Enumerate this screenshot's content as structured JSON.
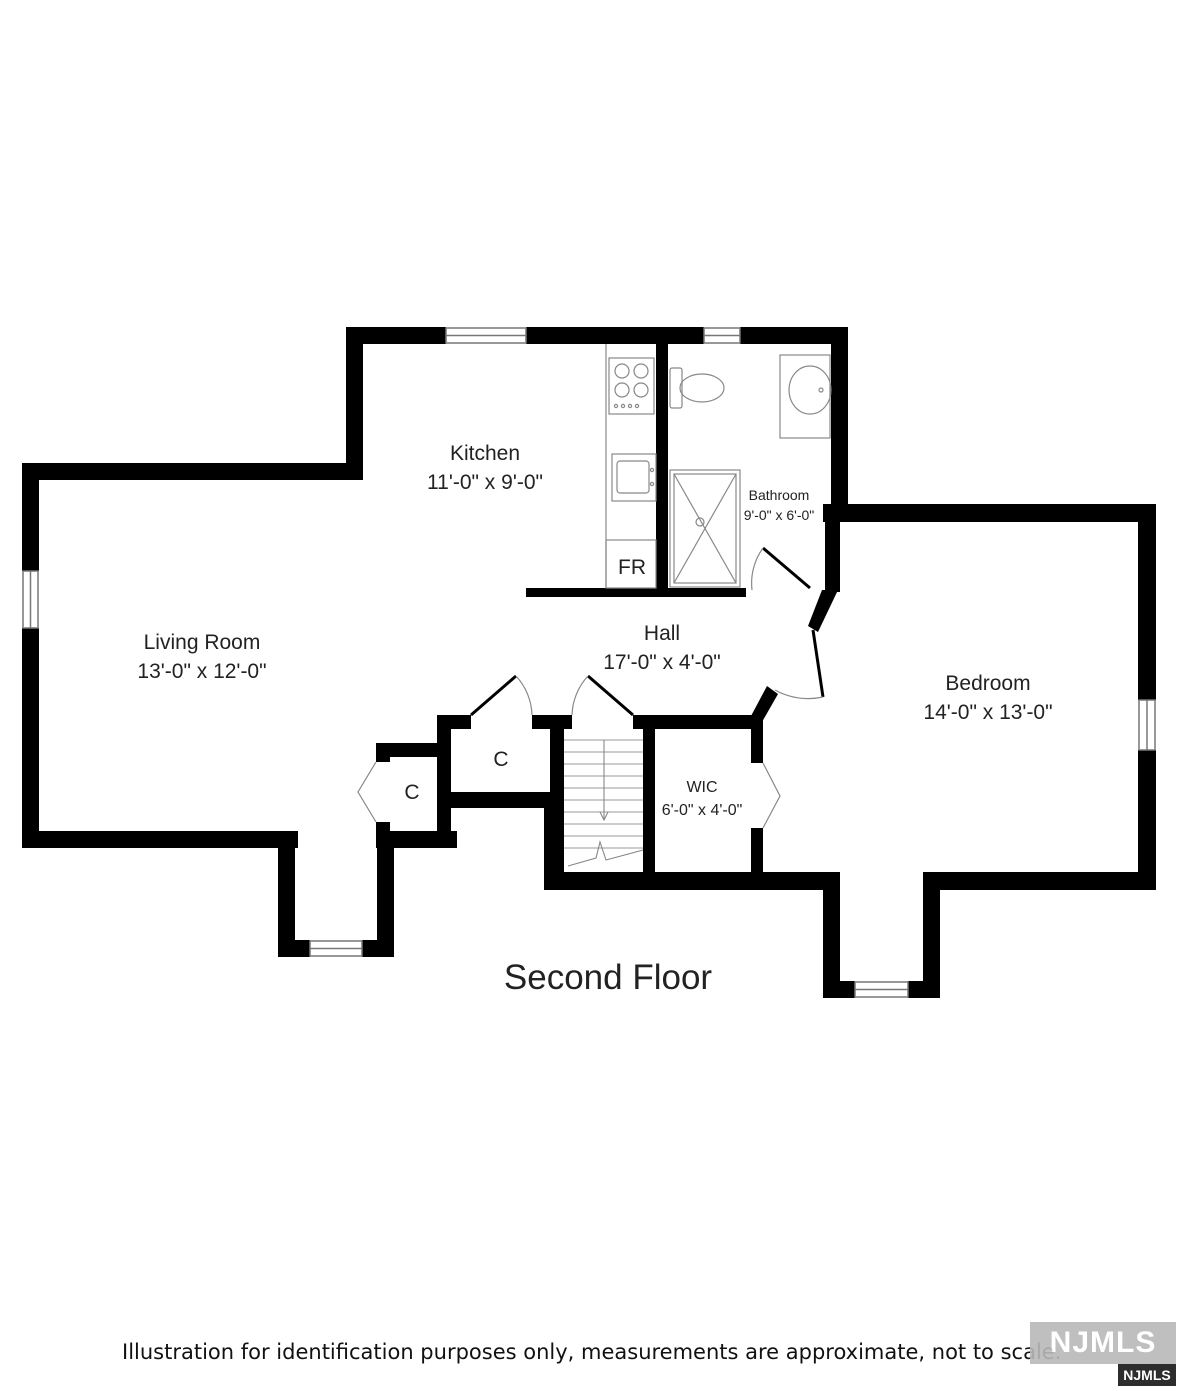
{
  "plan": {
    "title": "Second Floor",
    "rooms": {
      "living": {
        "name": "Living Room",
        "dims": "13'-0\" x 12'-0\""
      },
      "kitchen": {
        "name": "Kitchen",
        "dims": "11'-0\" x 9'-0\""
      },
      "bathroom": {
        "name": "Bathroom",
        "dims": "9'-0\" x 6'-0\""
      },
      "hall": {
        "name": "Hall",
        "dims": "17'-0\" x 4'-0\""
      },
      "bedroom": {
        "name": "Bedroom",
        "dims": "14'-0\" x 13'-0\""
      },
      "wic": {
        "name": "WIC",
        "dims": "6'-0\" x 4'-0\""
      },
      "closet_a": {
        "name": "C"
      },
      "closet_b": {
        "name": "C"
      }
    },
    "fixtures": {
      "fridge": "FR"
    }
  },
  "footer": {
    "disclaimer": "Illustration for identification purposes only, measurements are approximate, not to scale.",
    "logo_main": "NJMLS",
    "logo_sub": "NJMLS"
  },
  "colors": {
    "wall": "#000000",
    "fixture_line": "#888888",
    "logo_grey": "#b9b9b9",
    "logo_dark": "#2d2d2d"
  }
}
